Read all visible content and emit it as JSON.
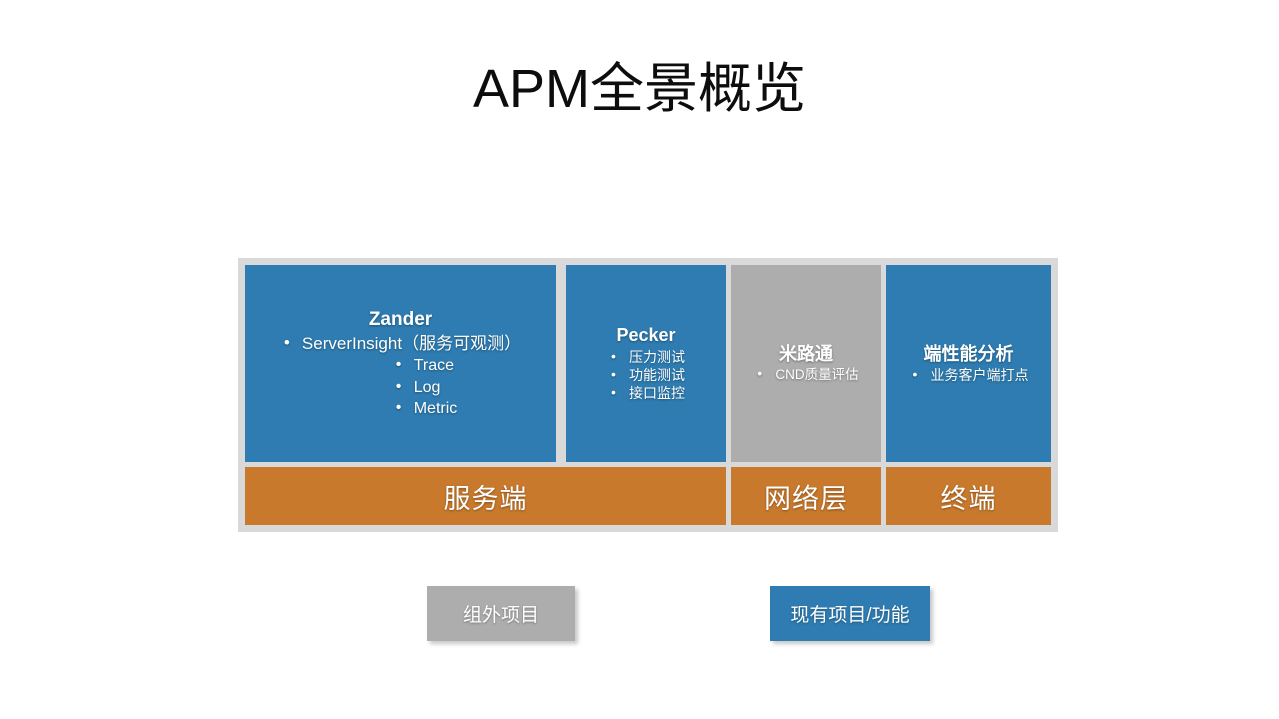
{
  "slide": {
    "title": "APM全景概览"
  },
  "diagram": {
    "products": [
      {
        "id": "zander",
        "title": "Zander",
        "color": "#2e7cb1",
        "style": "blue",
        "bullets": [
          {
            "text": "ServerInsight（服务可观测）",
            "level": 1
          },
          {
            "text": "Trace",
            "level": 2
          },
          {
            "text": "Log",
            "level": 2
          },
          {
            "text": "Metric",
            "level": 2
          }
        ]
      },
      {
        "id": "pecker",
        "title": "Pecker",
        "color": "#2e7cb1",
        "style": "blue",
        "bullets": [
          {
            "text": "压力测试",
            "level": 1
          },
          {
            "text": "功能测试",
            "level": 1
          },
          {
            "text": "接口监控",
            "level": 1
          }
        ]
      },
      {
        "id": "milutong",
        "title": "米路通",
        "color": "#adadad",
        "style": "gray",
        "bullets": [
          {
            "text": "CND质量评估",
            "level": 1
          }
        ]
      },
      {
        "id": "terminal-perf",
        "title": "端性能分析",
        "color": "#2e7cb1",
        "style": "blue",
        "bullets": [
          {
            "text": "业务客户端打点",
            "level": 1
          }
        ]
      }
    ],
    "layers": [
      {
        "id": "server",
        "label": "服务端",
        "color": "#c8792c"
      },
      {
        "id": "network",
        "label": "网络层",
        "color": "#c8792c"
      },
      {
        "id": "client",
        "label": "终端",
        "color": "#c8792c"
      }
    ],
    "frame_color": "#d9d9d9"
  },
  "legend": [
    {
      "id": "out-of-group",
      "label": "组外项目",
      "color": "#adadad"
    },
    {
      "id": "existing",
      "label": "现有项目/功能",
      "color": "#2e7cb1"
    }
  ]
}
